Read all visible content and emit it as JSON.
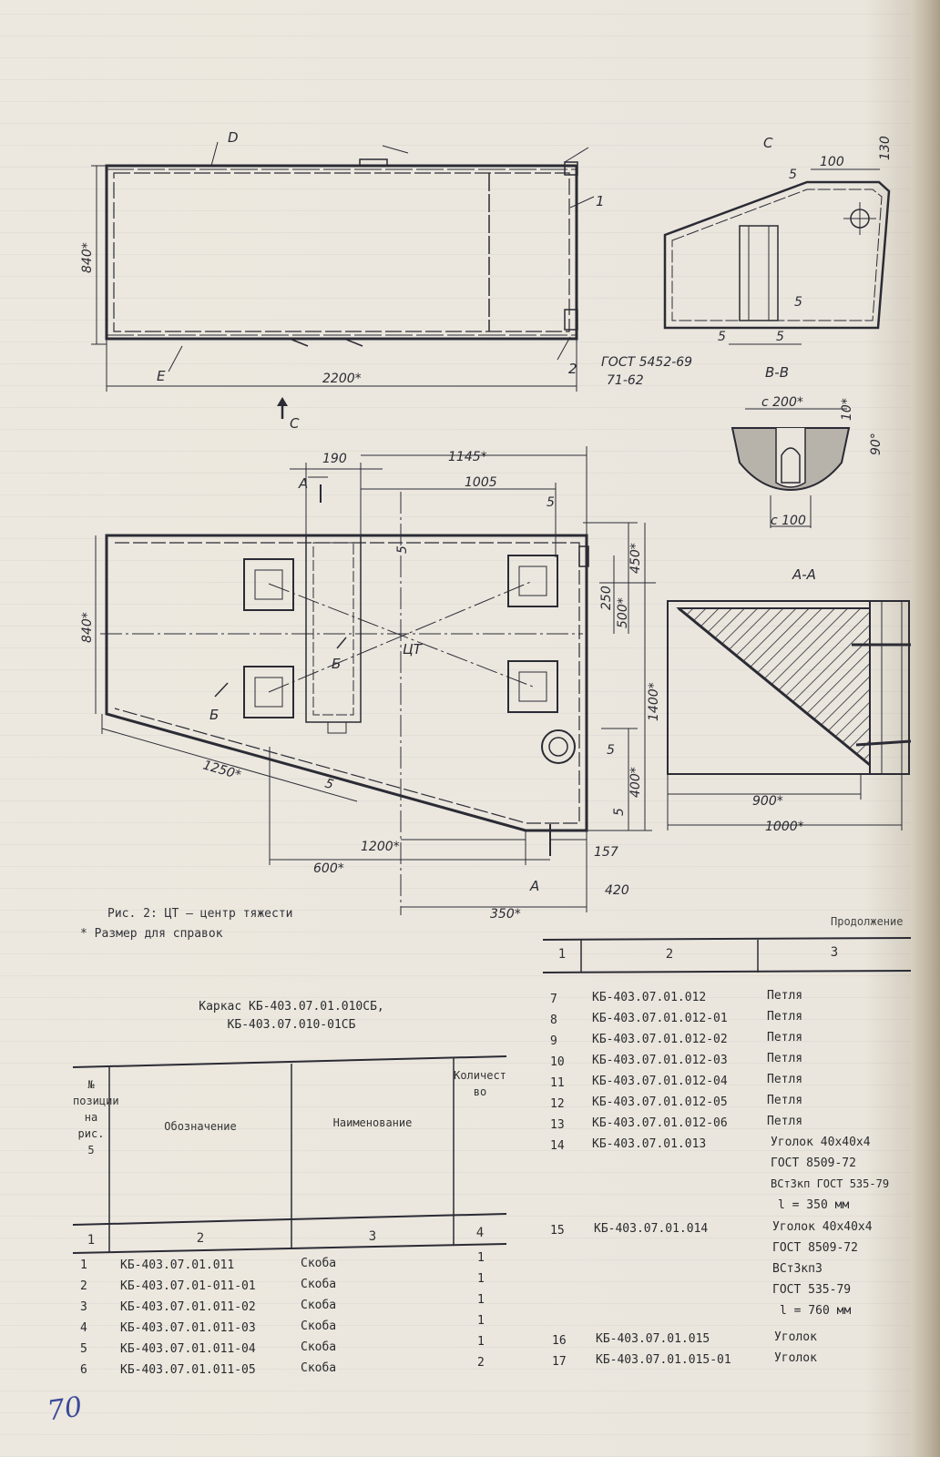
{
  "drawing": {
    "top_view": {
      "labels": {
        "d": "D",
        "e": "E",
        "pos1": "1",
        "pos2": "2",
        "gost": "ГОСТ 5452-69",
        "gost2": "71-62"
      },
      "dims": {
        "height": "840*",
        "length": "2200*"
      }
    },
    "section_c": {
      "title": "С",
      "dims": {
        "d100": "100",
        "d5a": "5",
        "d130": "130",
        "d5b": "5",
        "d5c": "5",
        "d5d": "5"
      }
    },
    "section_bb": {
      "title": "В-В",
      "dims": {
        "c200": "с 200*",
        "d10": "10*",
        "d90": "90°",
        "c100": "с 100"
      }
    },
    "section_aa": {
      "title": "А-А",
      "dims": {
        "d900": "900*",
        "d1000": "1000*"
      }
    },
    "plan_view": {
      "arrow_c": "С",
      "labels": {
        "a1": "А",
        "a2": "А",
        "b1": "Б",
        "b2": "Б",
        "ct": "ЦТ"
      },
      "dims": {
        "d190": "190",
        "d1145": "1145*",
        "d1005": "1005",
        "d5a": "5",
        "d5b": "5",
        "d450": "450*",
        "d250": "250",
        "d500": "500*",
        "d840": "840*",
        "d1400": "1400*",
        "d5c": "5",
        "d400": "400*",
        "d5d": "5",
        "d1250": "1250*",
        "d5e": "5",
        "d1200": "1200*",
        "d600": "600*",
        "d157": "157",
        "d420": "420",
        "d350": "350*"
      }
    }
  },
  "captions": {
    "fig": "Рис. 2: ЦТ – центр тяжести",
    "note": "* Размер для справок",
    "continuation": "Продолжение"
  },
  "left_table": {
    "title_line1": "Каркас КБ-403.07.01.010СБ,",
    "title_line2": "КБ-403.07.010-01СБ",
    "headers": [
      "№ позиции на рис. 5",
      "Обозначение",
      "Наименование",
      "Количество"
    ],
    "col_numbers": [
      "1",
      "2",
      "3",
      "4"
    ],
    "rows": [
      {
        "pos": "1",
        "code": "КБ-403.07.01.011",
        "name": "Скоба",
        "qty": "1"
      },
      {
        "pos": "2",
        "code": "КБ-403.07.01-011-01",
        "name": "Скоба",
        "qty": "1"
      },
      {
        "pos": "3",
        "code": "КБ-403.07.01.011-02",
        "name": "Скоба",
        "qty": "1"
      },
      {
        "pos": "4",
        "code": "КБ-403.07.01.011-03",
        "name": "Скоба",
        "qty": "1"
      },
      {
        "pos": "5",
        "code": "КБ-403.07.01.011-04",
        "name": "Скоба",
        "qty": "1"
      },
      {
        "pos": "6",
        "code": "КБ-403.07.01.011-05",
        "name": "Скоба",
        "qty": "2"
      }
    ]
  },
  "right_table": {
    "col_numbers": [
      "1",
      "2",
      "3"
    ],
    "rows": [
      {
        "pos": "7",
        "code": "КБ-403.07.01.012",
        "name": [
          "Петля"
        ]
      },
      {
        "pos": "8",
        "code": "КБ-403.07.01.012-01",
        "name": [
          "Петля"
        ]
      },
      {
        "pos": "9",
        "code": "КБ-403.07.01.012-02",
        "name": [
          "Петля"
        ]
      },
      {
        "pos": "10",
        "code": "КБ-403.07.01.012-03",
        "name": [
          "Петля"
        ]
      },
      {
        "pos": "11",
        "code": "КБ-403.07.01.012-04",
        "name": [
          "Петля"
        ]
      },
      {
        "pos": "12",
        "code": "КБ-403.07.01.012-05",
        "name": [
          "Петля"
        ]
      },
      {
        "pos": "13",
        "code": "КБ-403.07.01.012-06",
        "name": [
          "Петля"
        ]
      },
      {
        "pos": "14",
        "code": "КБ-403.07.01.013",
        "name": [
          "Уголок 40х40х4",
          "ГОСТ 8509-72",
          "ВСт3кп ГОСТ 535-79",
          "l = 350 мм"
        ]
      },
      {
        "pos": "15",
        "code": "КБ-403.07.01.014",
        "name": [
          "Уголок 40х40х4",
          "ГОСТ 8509-72",
          "ВСт3кп3",
          "ГОСТ 535-79",
          "l = 760 мм"
        ]
      },
      {
        "pos": "16",
        "code": "КБ-403.07.01.015",
        "name": [
          "Уголок"
        ]
      },
      {
        "pos": "17",
        "code": "КБ-403.07.01.015-01",
        "name": [
          "Уголок"
        ]
      }
    ]
  },
  "page_number": "70"
}
